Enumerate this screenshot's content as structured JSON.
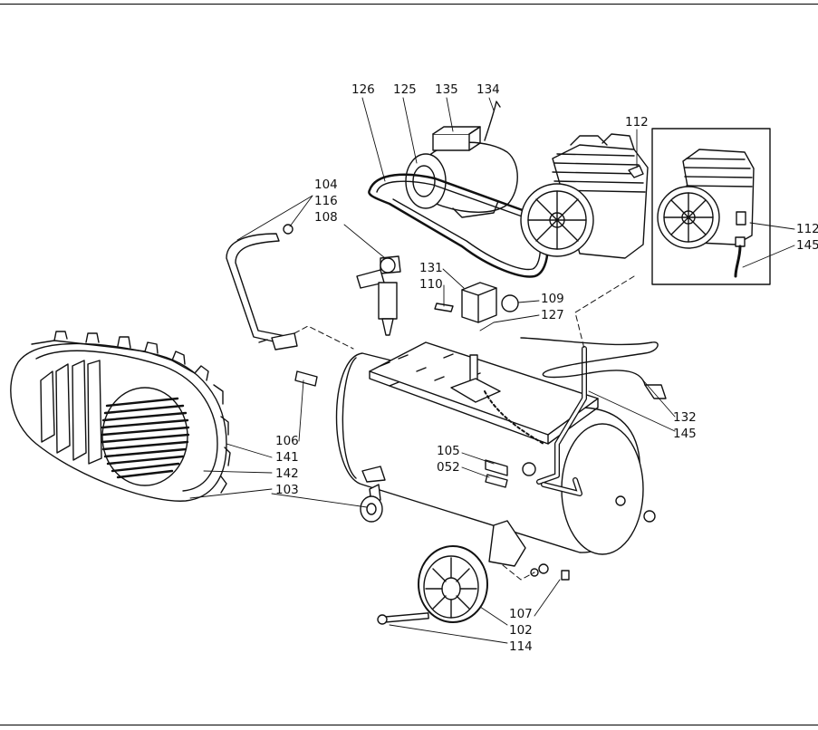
{
  "diagram": {
    "labels": {
      "p126": "126",
      "p125": "125",
      "p135": "135",
      "p134": "134",
      "p112a": "112",
      "p112b": "112",
      "p145a": "145",
      "p104": "104",
      "p116": "116",
      "p108": "108",
      "p131": "131",
      "p110": "110",
      "p109": "109",
      "p127": "127",
      "p132": "132",
      "p145b": "145",
      "p106": "106",
      "p141": "141",
      "p142": "142",
      "p103": "103",
      "p105": "105",
      "p052": "052",
      "p107": "107",
      "p102": "102",
      "p114": "114"
    }
  }
}
